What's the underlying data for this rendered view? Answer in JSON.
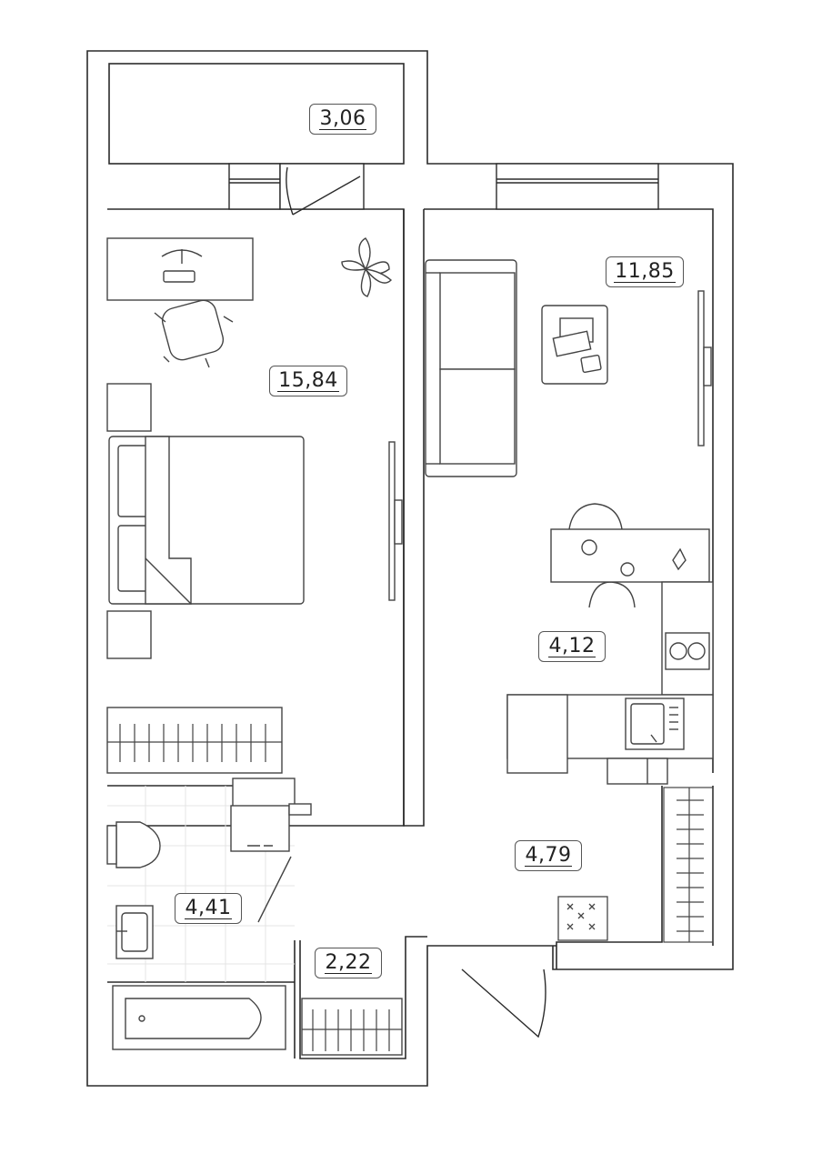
{
  "plan": {
    "rooms": [
      {
        "id": "balcony",
        "area": "3,06"
      },
      {
        "id": "bedroom",
        "area": "15,84"
      },
      {
        "id": "living",
        "area": "11,85"
      },
      {
        "id": "kitchen",
        "area": "4,12"
      },
      {
        "id": "bathroom",
        "area": "4,41"
      },
      {
        "id": "closet",
        "area": "2,22"
      },
      {
        "id": "hallway",
        "area": "4,79"
      }
    ],
    "colors": {
      "wall": "#ffffff",
      "line": "#2b2b2b",
      "furniture_stroke": "#444444",
      "tile": "#e4e4e4"
    }
  }
}
